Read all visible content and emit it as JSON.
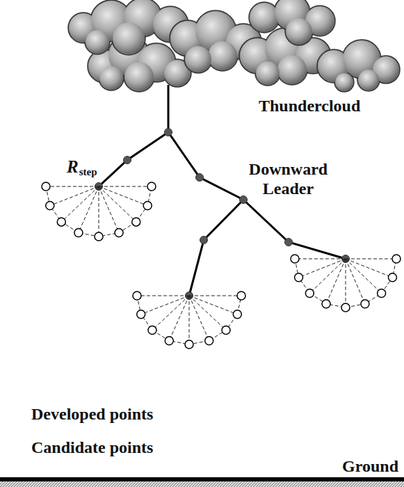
{
  "diagram": {
    "labels": [
      "Thundercloud",
      "Downward Leader",
      "R",
      "step",
      "Developed points",
      "Candidate points",
      "Ground"
    ]
  }
}
